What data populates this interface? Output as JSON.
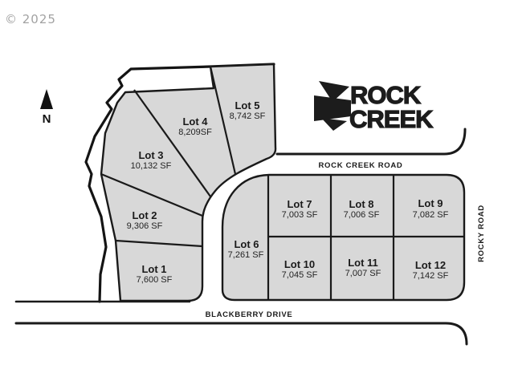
{
  "meta": {
    "copyright": "© 2025"
  },
  "compass": {
    "label": "N"
  },
  "logo": {
    "line1": "ROCK",
    "line2": "CREEK"
  },
  "roads": [
    {
      "name": "ROCK CREEK ROAD"
    },
    {
      "name": "BLACKBERRY DRIVE"
    },
    {
      "name": "ROCKY ROAD"
    }
  ],
  "lots": [
    {
      "name": "Lot 1",
      "area": "7,600 SF"
    },
    {
      "name": "Lot 2",
      "area": "9,306 SF"
    },
    {
      "name": "Lot 3",
      "area": "10,132 SF"
    },
    {
      "name": "Lot 4",
      "area": "8,209SF"
    },
    {
      "name": "Lot 5",
      "area": "8,742 SF"
    },
    {
      "name": "Lot 6",
      "area": "7,261 SF"
    },
    {
      "name": "Lot 7",
      "area": "7,003 SF"
    },
    {
      "name": "Lot 8",
      "area": "7,006 SF"
    },
    {
      "name": "Lot 9",
      "area": "7,082 SF"
    },
    {
      "name": "Lot 10",
      "area": "7,045 SF"
    },
    {
      "name": "Lot 11",
      "area": "7,007 SF"
    },
    {
      "name": "Lot 12",
      "area": "7,142 SF"
    }
  ],
  "colors": {
    "lot_fill": "#d8d8d8",
    "line": "#1a1a1a",
    "muted": "#a2a2a2"
  }
}
